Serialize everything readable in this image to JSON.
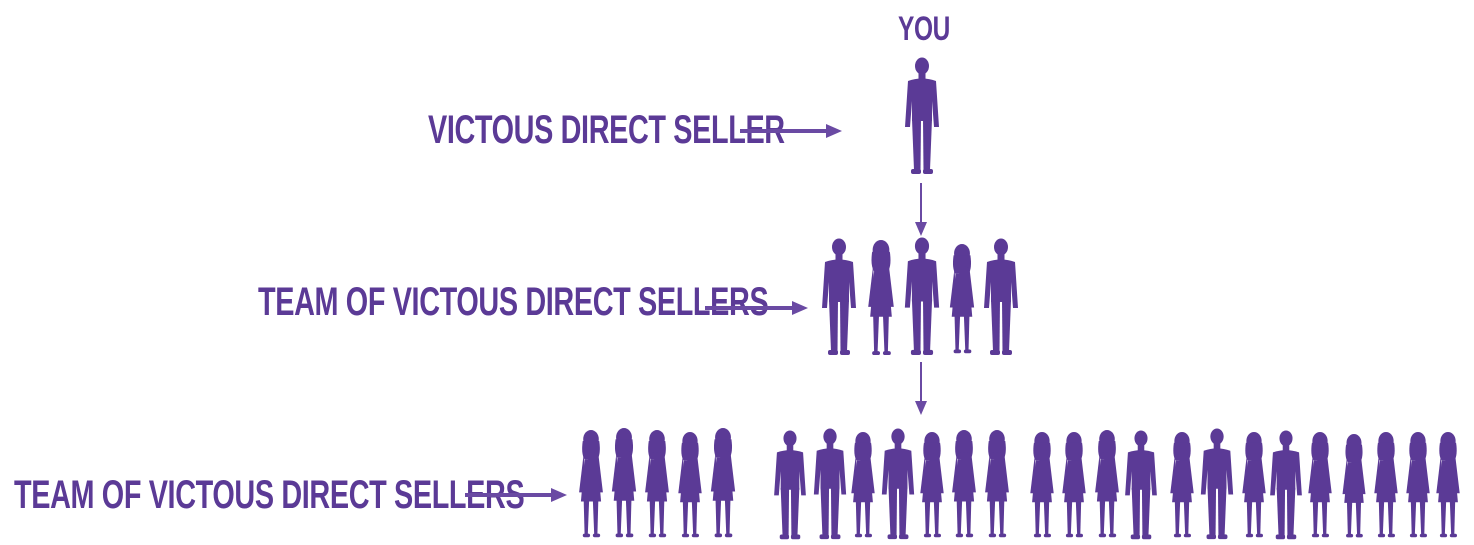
{
  "top_label": "YOU",
  "levels": [
    {
      "label": "VICTOUS DIRECT SELLER",
      "count": 1
    },
    {
      "label": "TEAM OF VICTOUS DIRECT SELLERS",
      "count": 5
    },
    {
      "label": "TEAM OF VICTOUS DIRECT SELLERS",
      "count": 25
    }
  ],
  "colors": {
    "accent": "#5b3a96",
    "arrow": "#6a4aa3"
  }
}
